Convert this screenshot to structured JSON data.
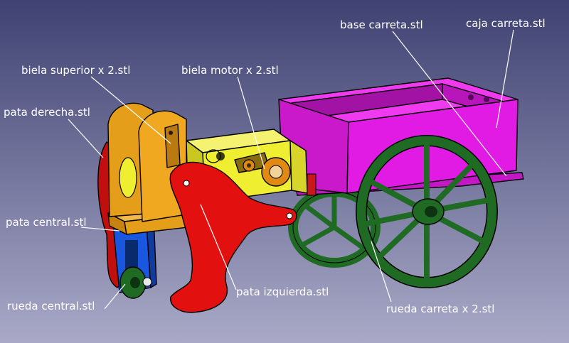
{
  "labels": {
    "base_carreta": "base carreta.stl",
    "caja_carreta": "caja carreta.stl",
    "biela_superior": "biela superior x 2.stl",
    "biela_motor": "biela motor x 2.stl",
    "pata_derecha": "pata derecha.stl",
    "pata_central": "pata central.stl",
    "rueda_central": "rueda central.stl",
    "pata_izquierda": "pata izquierda.stl",
    "rueda_carreta": "rueda carreta x 2.stl"
  },
  "colors": {
    "background_top": "#3f4272",
    "background_bottom": "#a9a9c7",
    "cart_box": "#e11be3",
    "wheel": "#1f6b24",
    "leg": "#e31010",
    "frame": "#e59e1a",
    "central_leg": "#1a57e0",
    "motor": "#f0ee30",
    "motor_link": "#e08a14"
  }
}
